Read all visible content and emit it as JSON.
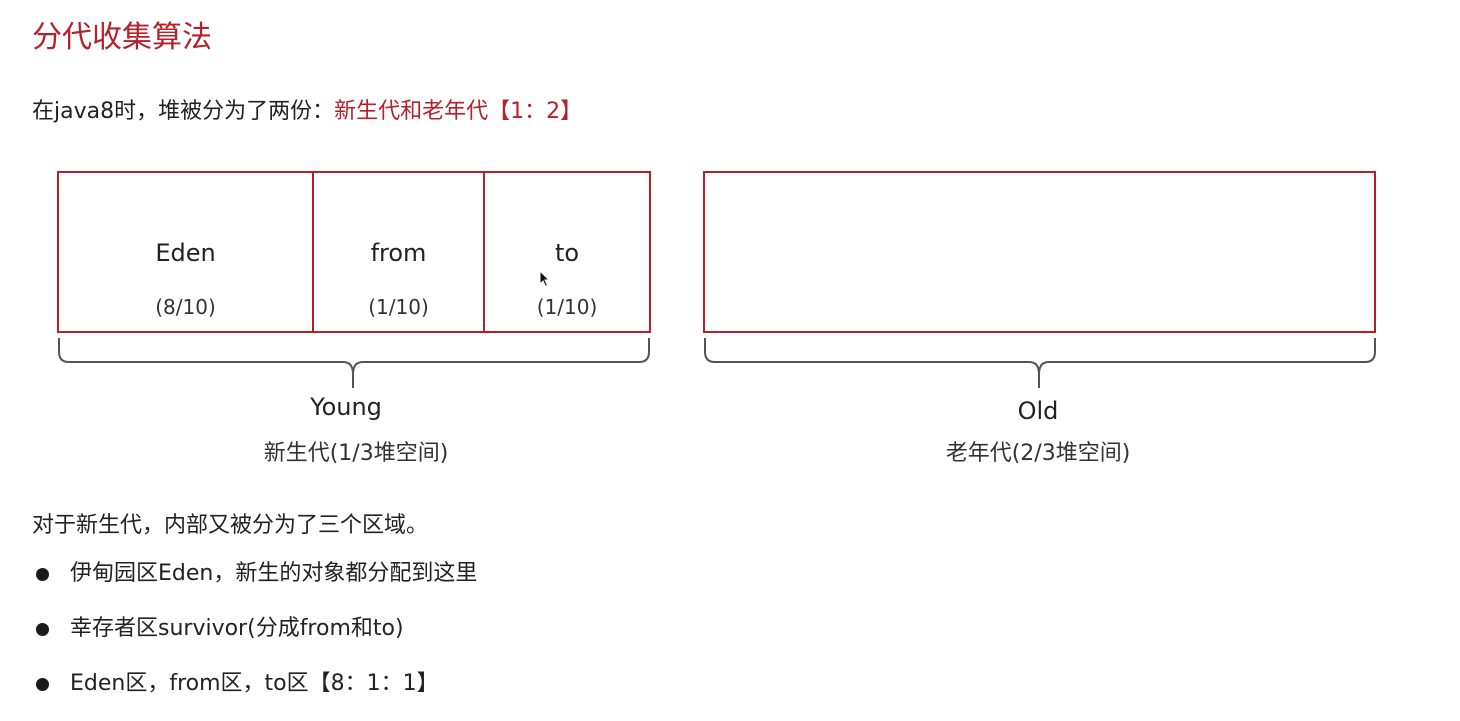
{
  "title": "分代收集算法",
  "intro": {
    "prefix": "在java8时，堆被分为了两份：",
    "highlight": "新生代和老年代【1：2】"
  },
  "young": {
    "cells": [
      {
        "name": "Eden",
        "ratio": "(8/10)"
      },
      {
        "name": "from",
        "ratio": "(1/10)"
      },
      {
        "name": "to",
        "ratio": "(1/10)"
      }
    ],
    "label_en": "Young",
    "label_cn": "新生代(1/3堆空间)"
  },
  "old": {
    "label_en": "Old",
    "label_cn": "老年代(2/3堆空间)"
  },
  "colors": {
    "accent": "#b5202a",
    "text": "#222222"
  },
  "sub_intro": "对于新生代，内部又被分为了三个区域。",
  "bullets": [
    "伊甸园区Eden，新生的对象都分配到这里",
    "幸存者区survivor(分成from和to)",
    "Eden区，from区，to区【8：1：1】"
  ]
}
